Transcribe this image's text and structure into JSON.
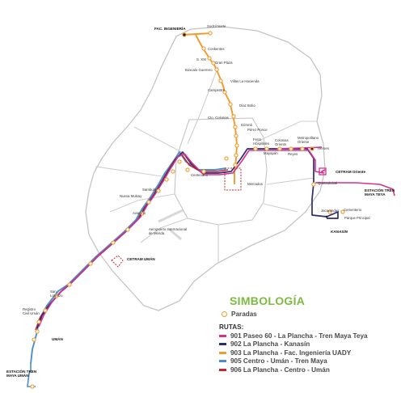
{
  "legend": {
    "title": "SIMBOLOGÍA",
    "stops_label": "Paradas",
    "routes_heading": "RUTAS:",
    "routes": [
      {
        "label": "901 Paseo 60 - La Plancha - Tren Maya Teya",
        "color": "#d6318f"
      },
      {
        "label": "902 La Plancha - Kanasín",
        "color": "#2e2d6f"
      },
      {
        "label": "903 La Plancha - Fac. Ingeniería UADY",
        "color": "#f39a2c"
      },
      {
        "label": "905 Centro - Umán - Tren Maya",
        "color": "#4a8fcb"
      },
      {
        "label": "906 La Plancha - Centro - Umán",
        "color": "#c8242b"
      }
    ]
  },
  "places": {
    "fac_ingenieria": "FAC. INGENIERÍA",
    "sodzil_norte": "Sodzil Norte",
    "conkentes": "Conkentes",
    "s_xxi": "S. XXI",
    "gran_plaza": "Gran Plaza",
    "boxcalo_guerrero": "Boxcalo Guerrero",
    "villas_la_hacienda": "Villas La Hacienda",
    "campestre": "Campestre",
    "diaz_bolio": "Díaz Bolio",
    "cto_colonias": "Cto. Colonias",
    "itzimna": "Itzimná",
    "perez_ponce": "Pérez Ponce",
    "feria_hospitales": "Feria Hospitales",
    "colonias_oriente": "Colonias Oriente",
    "metropolitano_oriente": "Metropolitano Oriente",
    "mayapan": "Mayapán",
    "reyes": "Reyes",
    "heroes": "Héroes",
    "cetram_oriente": "CETRAM Oriente",
    "quetzalcoatl": "Quetzalcóatl",
    "estacion_tren_teya": "ESTACIÓN TREN MAYA TEYA",
    "jacarandas": "Jacarandas",
    "cementerio": "Cementerio",
    "parque_principal": "Parque Principal",
    "kanasin": "KANASÍN",
    "centenario": "Centenario",
    "mercados": "Mercados",
    "sambula": "Sambulá",
    "nueva_mulsay": "Nueva Mulsay",
    "avicacion": "Aviación",
    "aeropuerto": "Aeropuerto Internacional de Mérida",
    "cetram_uman": "CETRAM UMÁN",
    "san_lorenzo": "San Lorenzo",
    "registro_civil": "Registro Civil Umán",
    "uman": "UMÁN",
    "estacion_tren_uman": "ESTACIÓN TREN MAYA UMÁN"
  }
}
